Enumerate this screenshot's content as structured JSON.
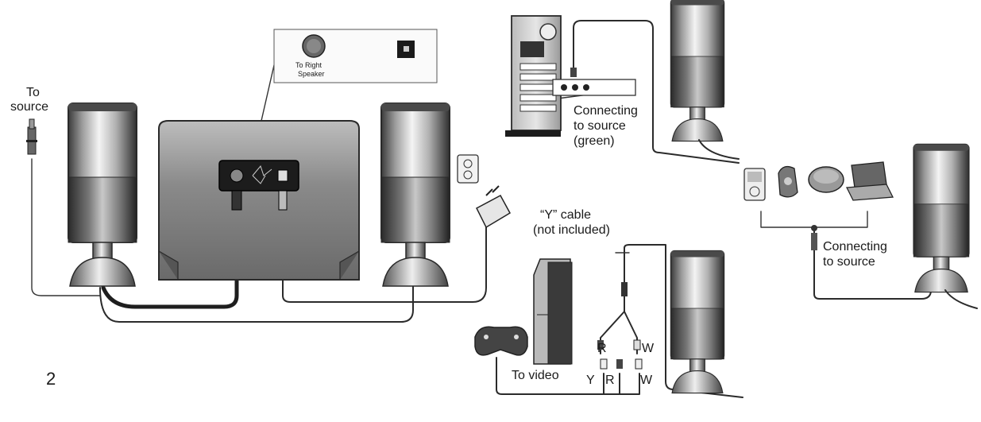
{
  "page_number": "2",
  "labels": {
    "to_source": [
      "To",
      "source"
    ],
    "to_right_speaker": [
      "To Right",
      "Speaker"
    ],
    "connecting_green": [
      "Connecting",
      "to source",
      "(green)"
    ],
    "y_cable": [
      "“Y” cable",
      "(not included)"
    ],
    "connecting_source": [
      "Connecting",
      "to source"
    ],
    "to_video": "To video",
    "jack_r_top": "R",
    "jack_w_top": "W",
    "jack_y": "Y",
    "jack_r_bottom": "R",
    "jack_w_bottom": "W"
  },
  "icons": {
    "speaker": "speaker-icon",
    "subwoofer": "subwoofer-icon",
    "computer": "computer-tower-icon",
    "game_console": "game-console-icon",
    "gamepad": "gamepad-icon",
    "mp3_player": "mp3-player-icon",
    "cd_player": "cd-player-icon",
    "laptop": "laptop-icon",
    "power_adapter": "power-adapter-icon",
    "wall_outlet": "wall-outlet-icon"
  }
}
